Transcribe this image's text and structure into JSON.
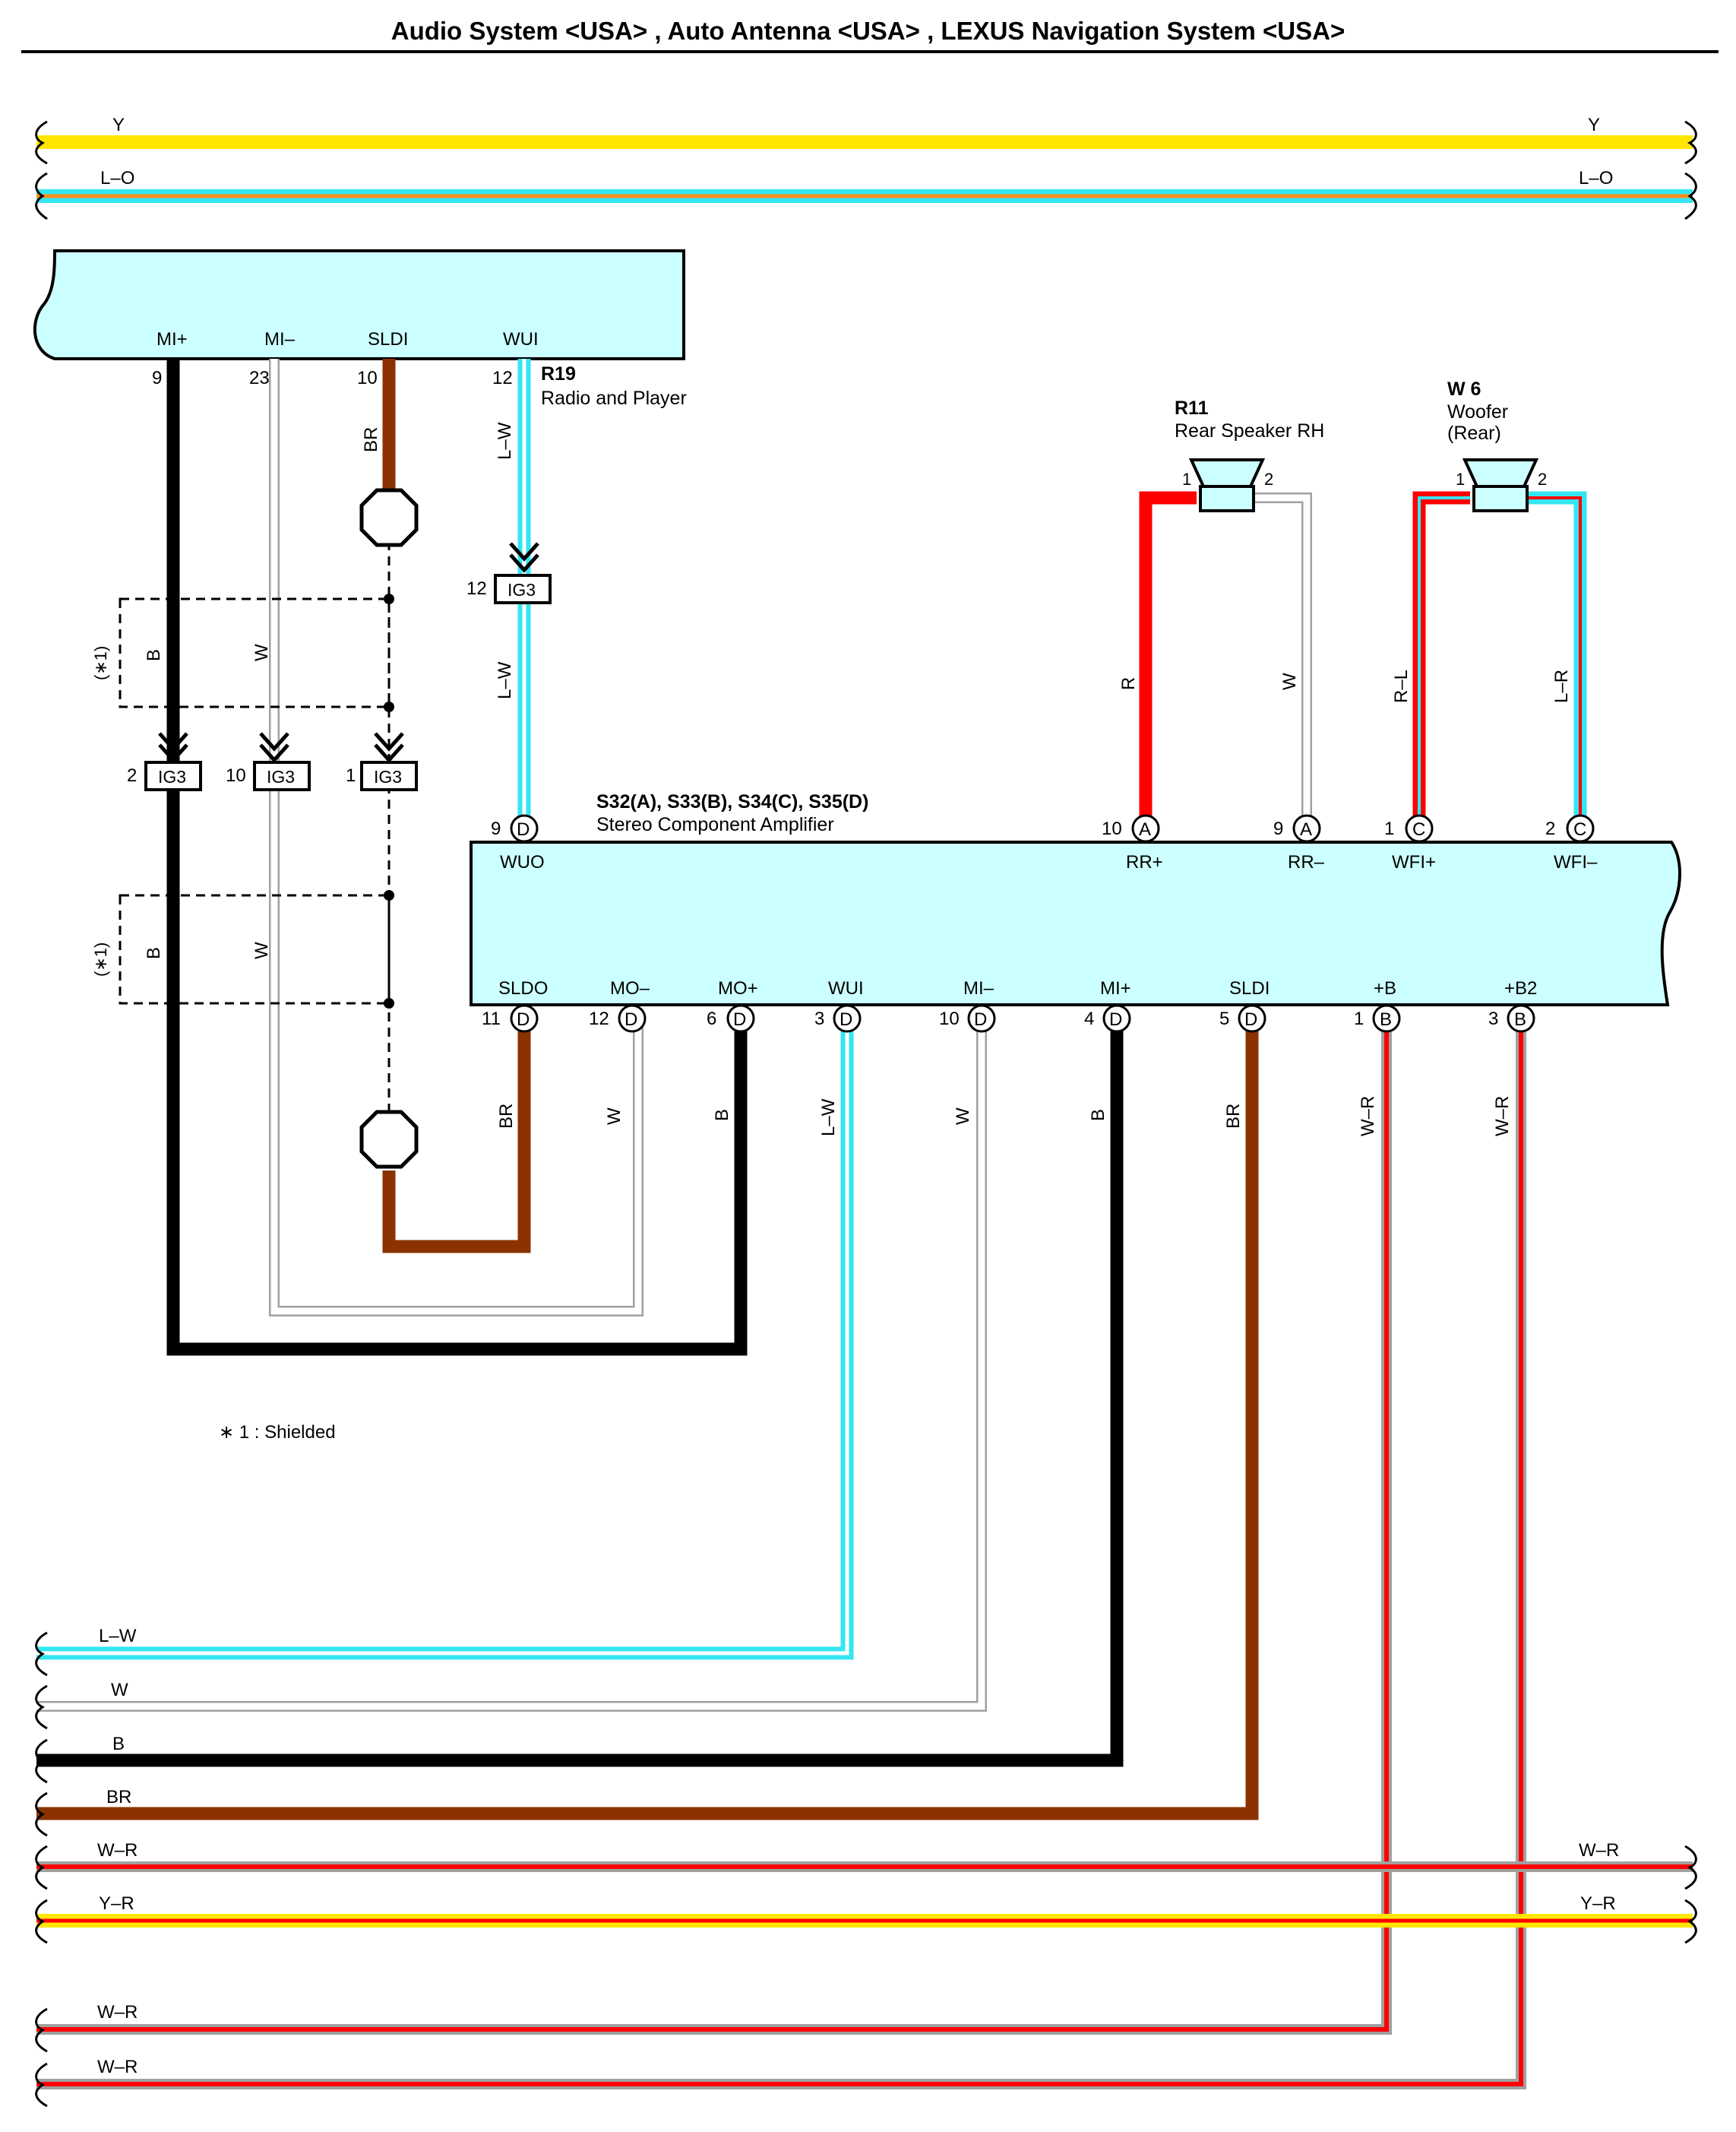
{
  "title": "Audio System <USA> , Auto Antenna <USA> , LEXUS Navigation System <USA>",
  "colors": {
    "yellow": "#ffe600",
    "cyan": "#33e6f2",
    "orange": "#ff8c1a",
    "red": "#ff0000",
    "brown": "#8b3200",
    "black": "#000000",
    "white_wire": "#a0a0a0",
    "box_fill": "#ccffff"
  },
  "top_wires": {
    "y_left": "Y",
    "y_right": "Y",
    "lo_left": "L–O",
    "lo_right": "L–O"
  },
  "radio": {
    "code": "R19",
    "name": "Radio and Player",
    "pins": {
      "mi_plus": "MI+",
      "mi_minus": "MI–",
      "sldi": "SLDI",
      "wui": "WUI"
    },
    "nums": {
      "mi_plus": "9",
      "mi_minus": "23",
      "sldi": "10",
      "wui": "12"
    }
  },
  "ig3": {
    "label": "IG3",
    "n_wui": "12",
    "n_b": "2",
    "n_w": "10",
    "n_br": "1"
  },
  "rear_speaker": {
    "code": "R11",
    "name": "Rear Speaker RH",
    "pin1": "1",
    "pin2": "2"
  },
  "woofer": {
    "code": "W 6",
    "name": "Woofer",
    "sub": "(Rear)",
    "pin1": "1",
    "pin2": "2"
  },
  "amp": {
    "codes": "S32(A), S33(B), S34(C), S35(D)",
    "name": "Stereo Component Amplifier",
    "top_pins": {
      "wuo": "WUO",
      "rr_plus": "RR+",
      "rr_minus": "RR–",
      "wfi_plus": "WFI+",
      "wfi_minus": "WFI–"
    },
    "top_nums": {
      "wuo": "9",
      "rr_plus": "10",
      "rr_minus": "9",
      "wfi_plus": "1",
      "wfi_minus": "2"
    },
    "top_conn": {
      "wuo": "D",
      "rr_plus": "A",
      "rr_minus": "A",
      "wfi_plus": "C",
      "wfi_minus": "C"
    },
    "bottom_pins": {
      "sldo": "SLDO",
      "mo_minus": "MO–",
      "mo_plus": "MO+",
      "wui": "WUI",
      "mi_minus": "MI–",
      "mi_plus": "MI+",
      "sldi": "SLDI",
      "b": "+B",
      "b2": "+B2"
    },
    "bottom_nums": {
      "sldo": "11",
      "mo_minus": "12",
      "mo_plus": "6",
      "wui": "3",
      "mi_minus": "10",
      "mi_plus": "4",
      "sldi": "5",
      "b": "1",
      "b2": "3"
    },
    "bottom_conn": {
      "sldo": "D",
      "mo_minus": "D",
      "mo_plus": "D",
      "wui": "D",
      "mi_minus": "D",
      "mi_plus": "D",
      "sldi": "D",
      "b": "B",
      "b2": "B"
    }
  },
  "wire_labels": {
    "br": "BR",
    "lw": "L–W",
    "b": "B",
    "w": "W",
    "r": "R",
    "rl": "R–L",
    "lr": "L–R",
    "wr": "W–R"
  },
  "shield_mark": "(∗1)",
  "footnote": "∗ 1 : Shielded",
  "bottom_bus": {
    "lw": "L–W",
    "w": "W",
    "b": "B",
    "br": "BR",
    "wr1": "W–R",
    "wr1_right": "W–R",
    "yr": "Y–R",
    "yr_right": "Y–R",
    "wr2": "W–R",
    "wr3": "W–R"
  }
}
